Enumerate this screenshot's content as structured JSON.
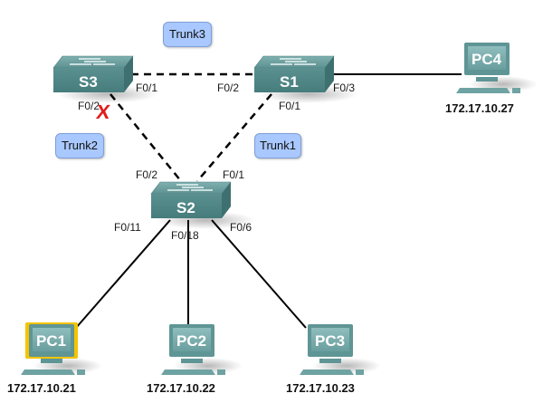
{
  "switches": [
    {
      "id": "S3",
      "label": "S3"
    },
    {
      "id": "S1",
      "label": "S1"
    },
    {
      "id": "S2",
      "label": "S2"
    }
  ],
  "pcs": [
    {
      "id": "PC1",
      "label": "PC1",
      "ip": "172.17.10.21",
      "highlighted": true
    },
    {
      "id": "PC2",
      "label": "PC2",
      "ip": "172.17.10.22"
    },
    {
      "id": "PC3",
      "label": "PC3",
      "ip": "172.17.10.23"
    },
    {
      "id": "PC4",
      "label": "PC4",
      "ip": "172.17.10.27"
    }
  ],
  "trunks": [
    {
      "label": "Trunk1"
    },
    {
      "label": "Trunk2"
    },
    {
      "label": "Trunk3"
    }
  ],
  "ports": {
    "s3_f01": "F0/1",
    "s3_f02": "F0/2",
    "s1_f02": "F0/2",
    "s1_f01": "F0/1",
    "s1_f03": "F0/3",
    "s2_f02": "F0/2",
    "s2_f01": "F0/1",
    "s2_f011": "F0/11",
    "s2_f018": "F0/18",
    "s2_f06": "F0/6"
  },
  "blocked_port_marker": "X",
  "colors": {
    "switch_top": "#6f9f9f",
    "switch_front": "#4f8686",
    "pc_body": "#5f9595",
    "trunk_box": "#a9c8ff",
    "blocked": "#e21b1b",
    "highlight": "#f3c400"
  }
}
